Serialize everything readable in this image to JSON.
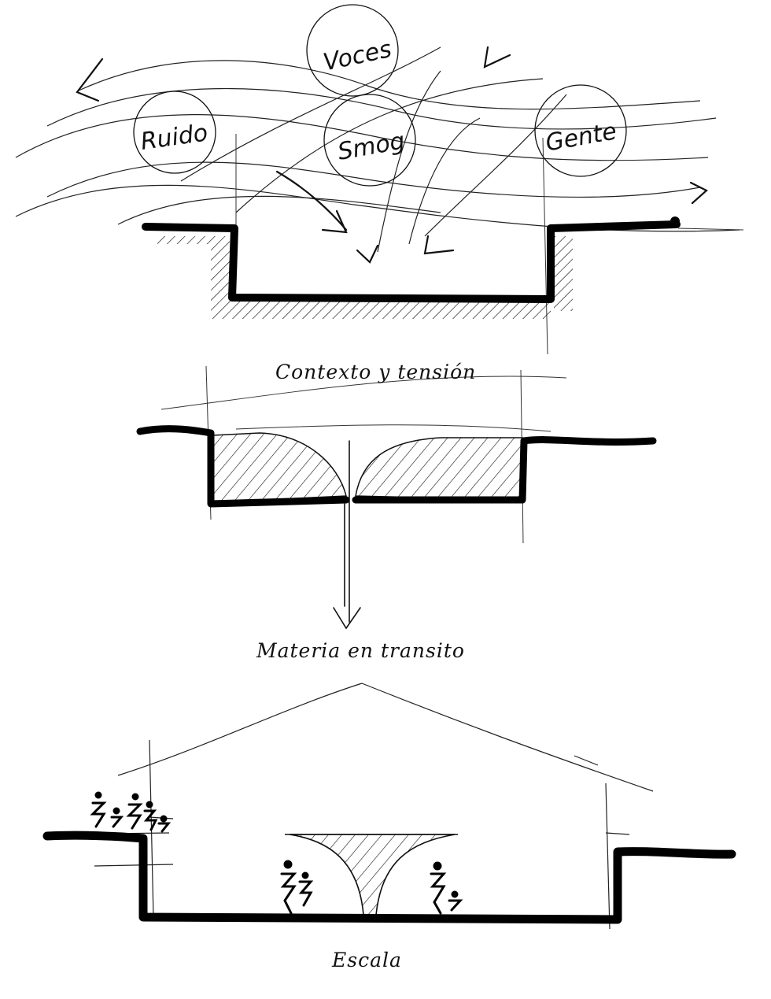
{
  "panels": [
    {
      "caption": "Contexto y tensión",
      "labels": [
        "Voces",
        "Ruido",
        "Smog",
        "Gente"
      ]
    },
    {
      "caption": "Materia en transito"
    },
    {
      "caption": "Escala"
    }
  ],
  "colors": {
    "ink": "#111111",
    "paper": "#ffffff"
  }
}
